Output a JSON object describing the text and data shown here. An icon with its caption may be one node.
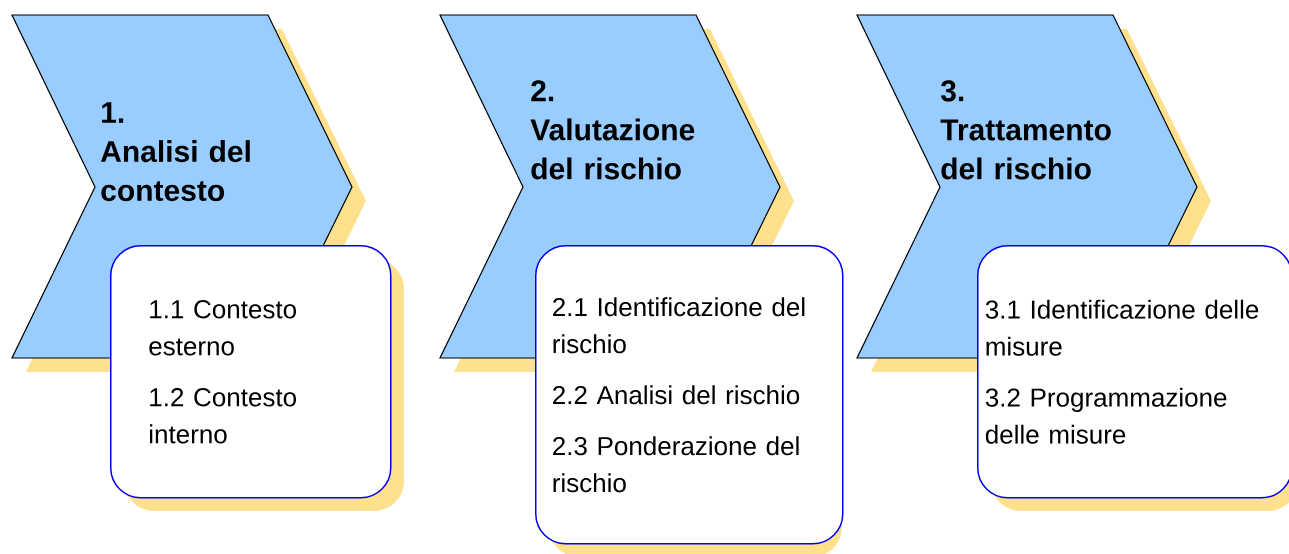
{
  "diagram": {
    "nodes": [
      {
        "text": [
          "1.",
          "Analisi del contesto"
        ]
      },
      {
        "text": [
          "1.1 Contesto esterno",
          "1.2 Contesto interno"
        ]
      },
      {
        "text": [
          "2.",
          "Valutazione del rischio"
        ]
      },
      {
        "text": [
          "2.1 Identificazione del rischio",
          "2.2 Analisi del rischio",
          "2.3 Ponderazione del rischio"
        ]
      },
      {
        "text": [
          "3.",
          "Trattamento del rischio"
        ]
      },
      {
        "text": [
          "3.1 Identificazione delle misure",
          "3.2 Programmazione delle misure"
        ]
      }
    ]
  }
}
